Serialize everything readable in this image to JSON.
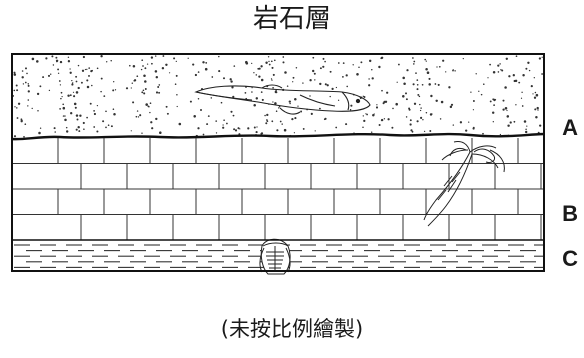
{
  "title": "岩石層",
  "caption": "(未按比例繪製)",
  "layers": [
    {
      "label": "A"
    },
    {
      "label": "B"
    },
    {
      "label": "C"
    }
  ]
}
